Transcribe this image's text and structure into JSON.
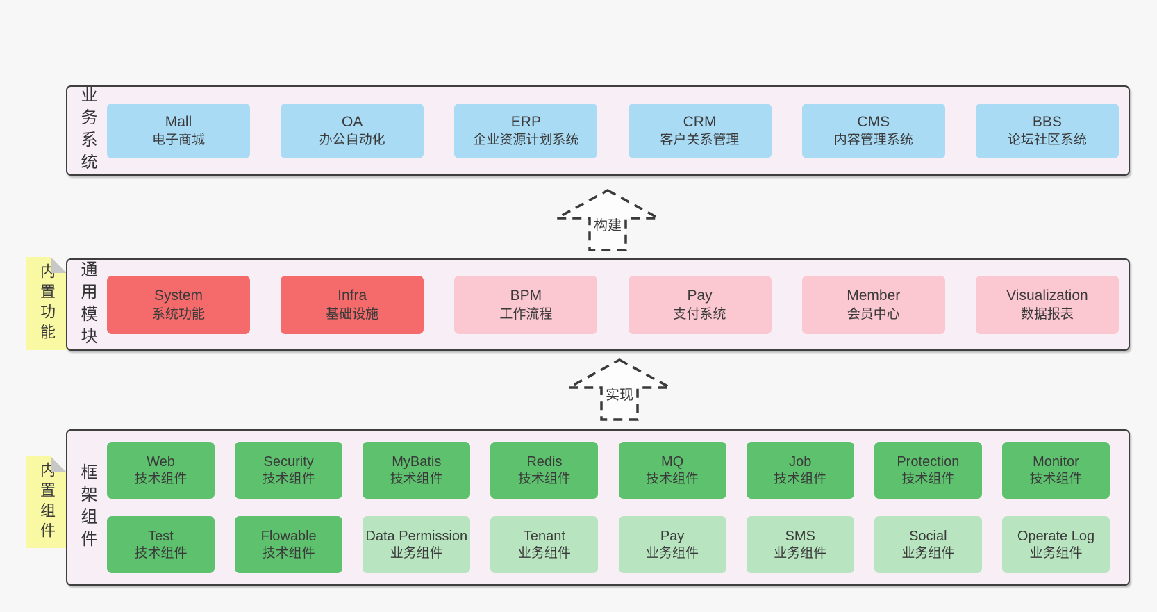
{
  "colors": {
    "page_bg": "#f7f7f7",
    "band_bg": "#f8eef6",
    "band_border": "#3f3f3f",
    "blue": "#a9dbf5",
    "red": "#f56b6b",
    "pink": "#fbc7d0",
    "green": "#5dc16e",
    "light_green": "#b8e5c0",
    "sticky_yellow": "#f9f9a3",
    "fold_gray": "#c7c7c7",
    "text": "#3a3a3a"
  },
  "band1": {
    "label": "业务系统",
    "boxes": [
      {
        "title": "Mall",
        "subtitle": "电子商城",
        "variant": "blue"
      },
      {
        "title": "OA",
        "subtitle": "办公自动化",
        "variant": "blue"
      },
      {
        "title": "ERP",
        "subtitle": "企业资源计划系统",
        "variant": "blue"
      },
      {
        "title": "CRM",
        "subtitle": "客户关系管理",
        "variant": "blue"
      },
      {
        "title": "CMS",
        "subtitle": "内容管理系统",
        "variant": "blue"
      },
      {
        "title": "BBS",
        "subtitle": "论坛社区系统",
        "variant": "blue"
      }
    ]
  },
  "arrow1": {
    "label": "构建"
  },
  "band2": {
    "label": "通用模块",
    "side_note": "内置功能",
    "boxes": [
      {
        "title": "System",
        "subtitle": "系统功能",
        "variant": "red"
      },
      {
        "title": "Infra",
        "subtitle": "基础设施",
        "variant": "red"
      },
      {
        "title": "BPM",
        "subtitle": "工作流程",
        "variant": "pink"
      },
      {
        "title": "Pay",
        "subtitle": "支付系统",
        "variant": "pink"
      },
      {
        "title": "Member",
        "subtitle": "会员中心",
        "variant": "pink"
      },
      {
        "title": "Visualization",
        "subtitle": "数据报表",
        "variant": "pink"
      }
    ]
  },
  "arrow2": {
    "label": "实现"
  },
  "band3": {
    "label": "框架组件",
    "side_note": "内置组件",
    "row1": [
      {
        "title": "Web",
        "subtitle": "技术组件",
        "variant": "green"
      },
      {
        "title": "Security",
        "subtitle": "技术组件",
        "variant": "green"
      },
      {
        "title": "MyBatis",
        "subtitle": "技术组件",
        "variant": "green"
      },
      {
        "title": "Redis",
        "subtitle": "技术组件",
        "variant": "green"
      },
      {
        "title": "MQ",
        "subtitle": "技术组件",
        "variant": "green"
      },
      {
        "title": "Job",
        "subtitle": "技术组件",
        "variant": "green"
      },
      {
        "title": "Protection",
        "subtitle": "技术组件",
        "variant": "green"
      },
      {
        "title": "Monitor",
        "subtitle": "技术组件",
        "variant": "green"
      }
    ],
    "row2": [
      {
        "title": "Test",
        "subtitle": "技术组件",
        "variant": "green"
      },
      {
        "title": "Flowable",
        "subtitle": "技术组件",
        "variant": "green"
      },
      {
        "title": "Data Permission",
        "subtitle": "业务组件",
        "variant": "light_green"
      },
      {
        "title": "Tenant",
        "subtitle": "业务组件",
        "variant": "light_green"
      },
      {
        "title": "Pay",
        "subtitle": "业务组件",
        "variant": "light_green"
      },
      {
        "title": "SMS",
        "subtitle": "业务组件",
        "variant": "light_green"
      },
      {
        "title": "Social",
        "subtitle": "业务组件",
        "variant": "light_green"
      },
      {
        "title": "Operate Log",
        "subtitle": "业务组件",
        "variant": "light_green"
      }
    ]
  }
}
